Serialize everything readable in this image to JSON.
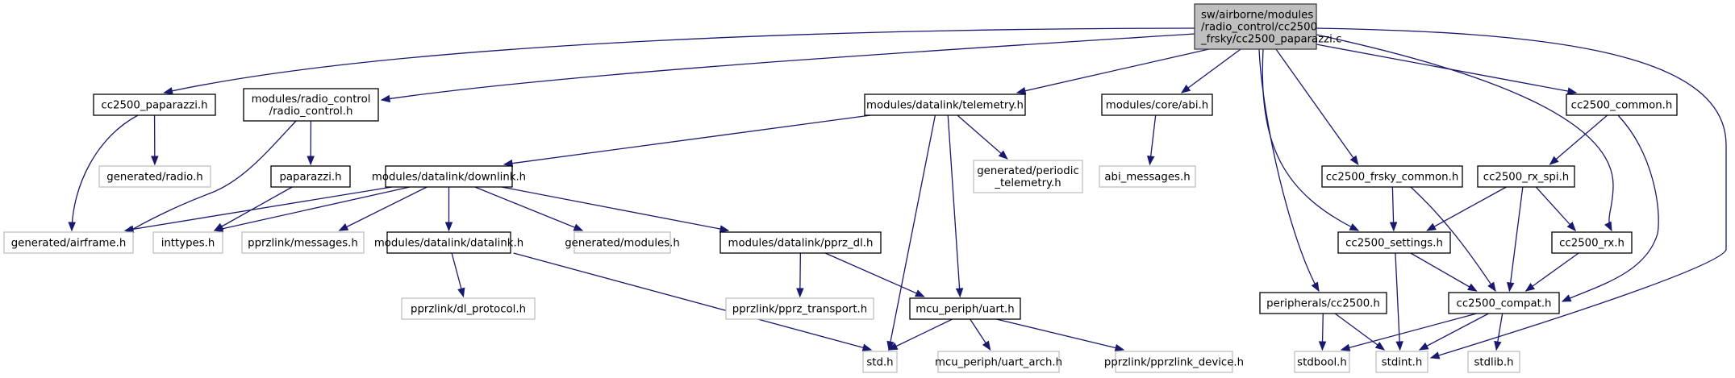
{
  "graph": {
    "title": "Include dependency graph for cc2500_paparazzi.c",
    "colors": {
      "edge": "#191970",
      "root_fill": "#bfbfbf",
      "root_stroke": "#404040",
      "documented_stroke": "#000000",
      "undocumented_stroke": "#bfbfbf",
      "node_fill": "#ffffff"
    },
    "nodes": [
      {
        "id": "root",
        "lines": [
          "sw/airborne/modules",
          "/radio_control/cc2500",
          "_frsky/cc2500_paparazzi.c"
        ],
        "kind": "root"
      },
      {
        "id": "cc2500_paparazzi_h",
        "lines": [
          "cc2500_paparazzi.h"
        ],
        "kind": "documented"
      },
      {
        "id": "radio_control_h",
        "lines": [
          "modules/radio_control",
          "/radio_control.h"
        ],
        "kind": "documented"
      },
      {
        "id": "telemetry_h",
        "lines": [
          "modules/datalink/telemetry.h"
        ],
        "kind": "documented"
      },
      {
        "id": "abi_h",
        "lines": [
          "modules/core/abi.h"
        ],
        "kind": "documented"
      },
      {
        "id": "cc2500_common_h",
        "lines": [
          "cc2500_common.h"
        ],
        "kind": "documented"
      },
      {
        "id": "generated_radio_h",
        "lines": [
          "generated/radio.h"
        ],
        "kind": "external"
      },
      {
        "id": "paparazzi_h",
        "lines": [
          "paparazzi.h"
        ],
        "kind": "documented"
      },
      {
        "id": "downlink_h",
        "lines": [
          "modules/datalink/downlink.h"
        ],
        "kind": "documented"
      },
      {
        "id": "periodic_telemetry_h",
        "lines": [
          "generated/periodic",
          "_telemetry.h"
        ],
        "kind": "external"
      },
      {
        "id": "abi_messages_h",
        "lines": [
          "abi_messages.h"
        ],
        "kind": "external"
      },
      {
        "id": "cc2500_frsky_common_h",
        "lines": [
          "cc2500_frsky_common.h"
        ],
        "kind": "documented"
      },
      {
        "id": "cc2500_rx_spi_h",
        "lines": [
          "cc2500_rx_spi.h"
        ],
        "kind": "documented"
      },
      {
        "id": "generated_airframe_h",
        "lines": [
          "generated/airframe.h"
        ],
        "kind": "external"
      },
      {
        "id": "inttypes_h",
        "lines": [
          "inttypes.h"
        ],
        "kind": "external"
      },
      {
        "id": "pprzlink_messages_h",
        "lines": [
          "pprzlink/messages.h"
        ],
        "kind": "external"
      },
      {
        "id": "datalink_h",
        "lines": [
          "modules/datalink/datalink.h"
        ],
        "kind": "documented"
      },
      {
        "id": "generated_modules_h",
        "lines": [
          "generated/modules.h"
        ],
        "kind": "external"
      },
      {
        "id": "pprz_dl_h",
        "lines": [
          "modules/datalink/pprz_dl.h"
        ],
        "kind": "documented"
      },
      {
        "id": "cc2500_settings_h",
        "lines": [
          "cc2500_settings.h"
        ],
        "kind": "documented"
      },
      {
        "id": "cc2500_rx_h",
        "lines": [
          "cc2500_rx.h"
        ],
        "kind": "documented"
      },
      {
        "id": "dl_protocol_h",
        "lines": [
          "pprzlink/dl_protocol.h"
        ],
        "kind": "external"
      },
      {
        "id": "pprz_transport_h",
        "lines": [
          "pprzlink/pprz_transport.h"
        ],
        "kind": "external"
      },
      {
        "id": "uart_h",
        "lines": [
          "mcu_periph/uart.h"
        ],
        "kind": "documented"
      },
      {
        "id": "peripherals_cc2500_h",
        "lines": [
          "peripherals/cc2500.h"
        ],
        "kind": "documented"
      },
      {
        "id": "cc2500_compat_h",
        "lines": [
          "cc2500_compat.h"
        ],
        "kind": "documented"
      },
      {
        "id": "std_h",
        "lines": [
          "std.h"
        ],
        "kind": "external"
      },
      {
        "id": "uart_arch_h",
        "lines": [
          "mcu_periph/uart_arch.h"
        ],
        "kind": "external"
      },
      {
        "id": "pprzlink_device_h",
        "lines": [
          "pprzlink/pprzlink_device.h"
        ],
        "kind": "external"
      },
      {
        "id": "stdbool_h",
        "lines": [
          "stdbool.h"
        ],
        "kind": "external"
      },
      {
        "id": "stdint_h",
        "lines": [
          "stdint.h"
        ],
        "kind": "external"
      },
      {
        "id": "stdlib_h",
        "lines": [
          "stdlib.h"
        ],
        "kind": "external"
      }
    ],
    "edges": [
      [
        "root",
        "cc2500_paparazzi_h"
      ],
      [
        "root",
        "radio_control_h"
      ],
      [
        "root",
        "telemetry_h"
      ],
      [
        "root",
        "abi_h"
      ],
      [
        "root",
        "cc2500_common_h"
      ],
      [
        "root",
        "cc2500_frsky_common_h"
      ],
      [
        "root",
        "cc2500_settings_h"
      ],
      [
        "root",
        "cc2500_rx_h"
      ],
      [
        "root",
        "peripherals_cc2500_h"
      ],
      [
        "root",
        "stdint_h"
      ],
      [
        "cc2500_paparazzi_h",
        "generated_radio_h"
      ],
      [
        "cc2500_paparazzi_h",
        "generated_airframe_h"
      ],
      [
        "radio_control_h",
        "paparazzi_h"
      ],
      [
        "radio_control_h",
        "generated_airframe_h"
      ],
      [
        "paparazzi_h",
        "inttypes_h"
      ],
      [
        "telemetry_h",
        "downlink_h"
      ],
      [
        "telemetry_h",
        "periodic_telemetry_h"
      ],
      [
        "telemetry_h",
        "std_h"
      ],
      [
        "telemetry_h",
        "uart_h"
      ],
      [
        "abi_h",
        "abi_messages_h"
      ],
      [
        "downlink_h",
        "generated_airframe_h"
      ],
      [
        "downlink_h",
        "inttypes_h"
      ],
      [
        "downlink_h",
        "pprzlink_messages_h"
      ],
      [
        "downlink_h",
        "datalink_h"
      ],
      [
        "downlink_h",
        "generated_modules_h"
      ],
      [
        "downlink_h",
        "pprz_dl_h"
      ],
      [
        "datalink_h",
        "dl_protocol_h"
      ],
      [
        "datalink_h",
        "std_h"
      ],
      [
        "pprz_dl_h",
        "pprz_transport_h"
      ],
      [
        "pprz_dl_h",
        "uart_h"
      ],
      [
        "uart_h",
        "std_h"
      ],
      [
        "uart_h",
        "uart_arch_h"
      ],
      [
        "uart_h",
        "pprzlink_device_h"
      ],
      [
        "cc2500_common_h",
        "cc2500_rx_spi_h"
      ],
      [
        "cc2500_common_h",
        "cc2500_compat_h"
      ],
      [
        "cc2500_frsky_common_h",
        "cc2500_settings_h"
      ],
      [
        "cc2500_frsky_common_h",
        "cc2500_compat_h"
      ],
      [
        "cc2500_rx_spi_h",
        "cc2500_settings_h"
      ],
      [
        "cc2500_rx_spi_h",
        "cc2500_compat_h"
      ],
      [
        "cc2500_rx_spi_h",
        "cc2500_rx_h"
      ],
      [
        "cc2500_settings_h",
        "cc2500_compat_h"
      ],
      [
        "cc2500_settings_h",
        "stdint_h"
      ],
      [
        "cc2500_rx_h",
        "cc2500_compat_h"
      ],
      [
        "peripherals_cc2500_h",
        "stdbool_h"
      ],
      [
        "peripherals_cc2500_h",
        "stdint_h"
      ],
      [
        "cc2500_compat_h",
        "stdbool_h"
      ],
      [
        "cc2500_compat_h",
        "stdint_h"
      ],
      [
        "cc2500_compat_h",
        "stdlib_h"
      ]
    ]
  }
}
